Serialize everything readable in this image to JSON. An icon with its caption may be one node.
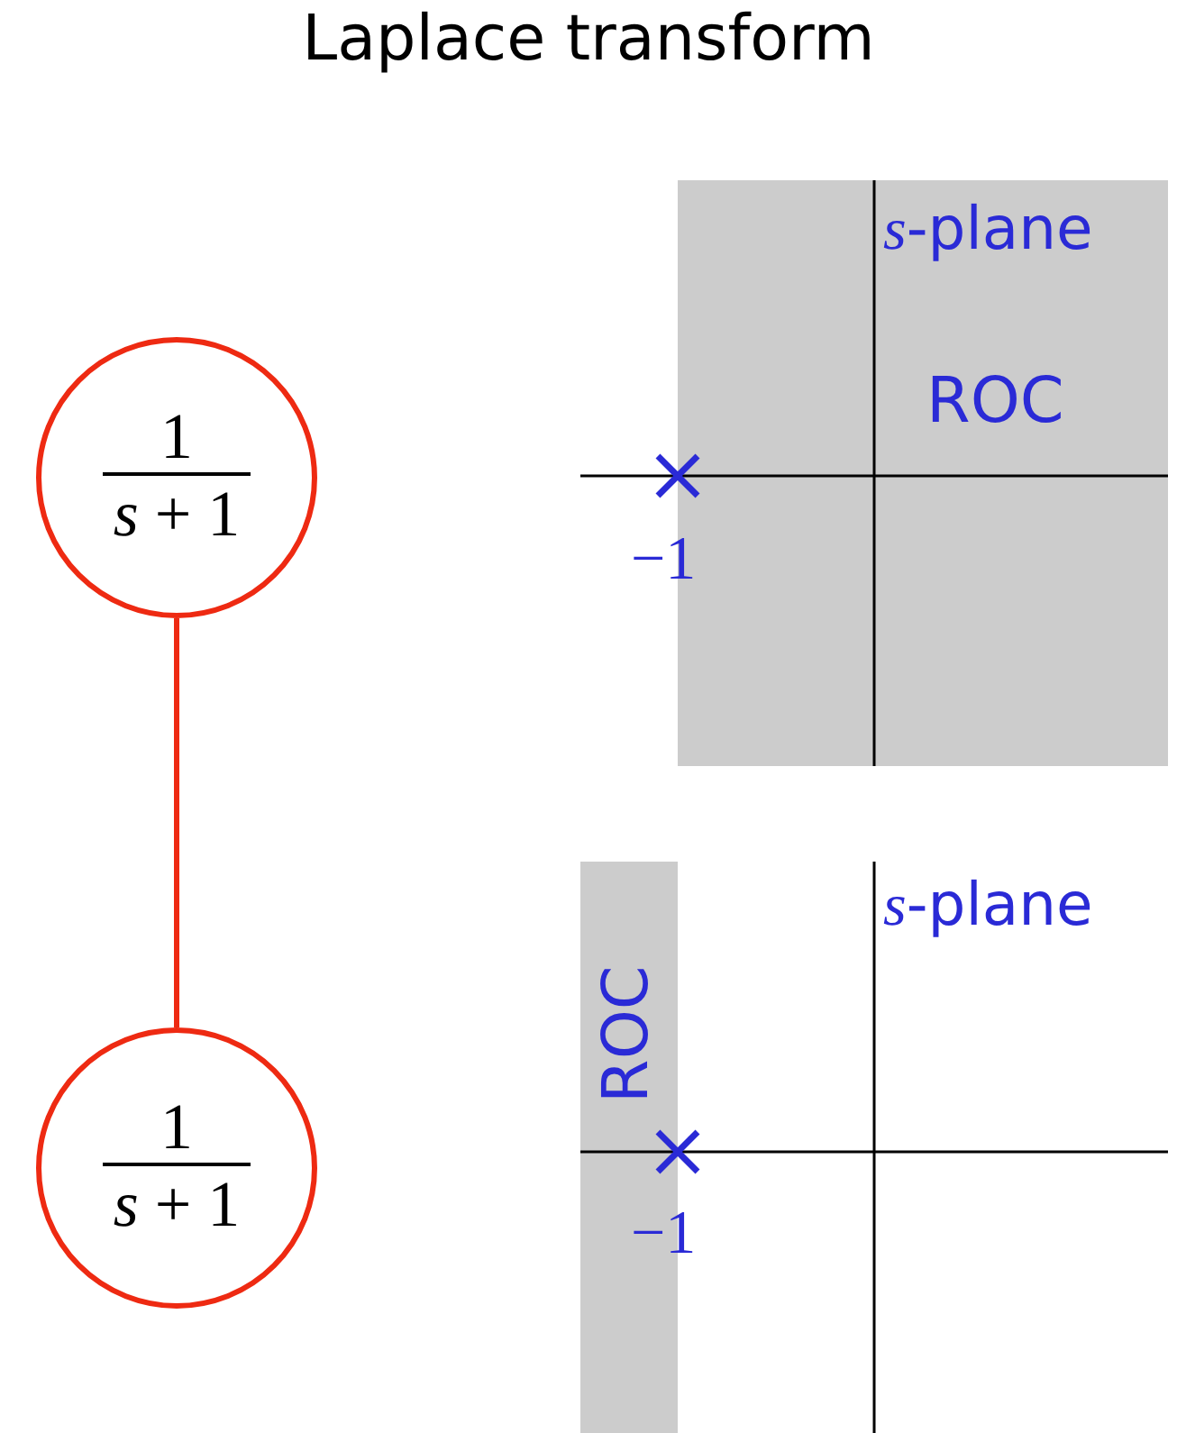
{
  "diagram": {
    "title": "Laplace transform",
    "nodes": [
      {
        "text": [
          "1",
          "*s* + 1"
        ]
      },
      {
        "text": [
          "1",
          "*s* + 1"
        ]
      }
    ],
    "edges": [
      {
        "from": 0,
        "to": 1,
        "arrow": "none"
      }
    ],
    "labels": [
      "*s*-plane",
      "ROC",
      "−1",
      "*s*-plane",
      "ROC",
      "−1"
    ]
  }
}
